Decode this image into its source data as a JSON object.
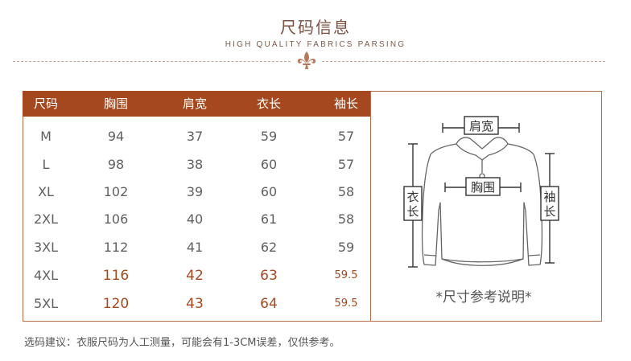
{
  "header": {
    "title": "尺码信息",
    "subtitle": "HIGH QUALITY FABRICS PARSING"
  },
  "colors": {
    "accent": "#a5481f",
    "frame": "#b76c4a",
    "divider": "#c9a08a"
  },
  "table": {
    "columns": [
      "尺码",
      "胸围",
      "肩宽",
      "衣长",
      "袖长"
    ],
    "rows": [
      {
        "cells": [
          "M",
          "94",
          "37",
          "59",
          "57"
        ],
        "highlight": false
      },
      {
        "cells": [
          "L",
          "98",
          "38",
          "60",
          "57"
        ],
        "highlight": false
      },
      {
        "cells": [
          "XL",
          "102",
          "39",
          "60",
          "58"
        ],
        "highlight": false
      },
      {
        "cells": [
          "2XL",
          "106",
          "40",
          "61",
          "58"
        ],
        "highlight": false
      },
      {
        "cells": [
          "3XL",
          "112",
          "41",
          "62",
          "59"
        ],
        "highlight": false
      },
      {
        "cells": [
          "4XL",
          "116",
          "42",
          "63",
          "59.5"
        ],
        "highlight": true
      },
      {
        "cells": [
          "5XL",
          "120",
          "43",
          "64",
          "59.5"
        ],
        "highlight": true
      }
    ]
  },
  "diagram": {
    "shoulder_label": "肩宽",
    "chest_label": "胸围",
    "length_label_top": "衣",
    "length_label_bottom": "长",
    "sleeve_label_top": "袖",
    "sleeve_label_bottom": "长",
    "caption": "*尺寸参考说明*"
  },
  "footer": {
    "note": "选码建议：衣服尺码为人工测量，可能会有1-3CM误差，仅供参考。"
  }
}
